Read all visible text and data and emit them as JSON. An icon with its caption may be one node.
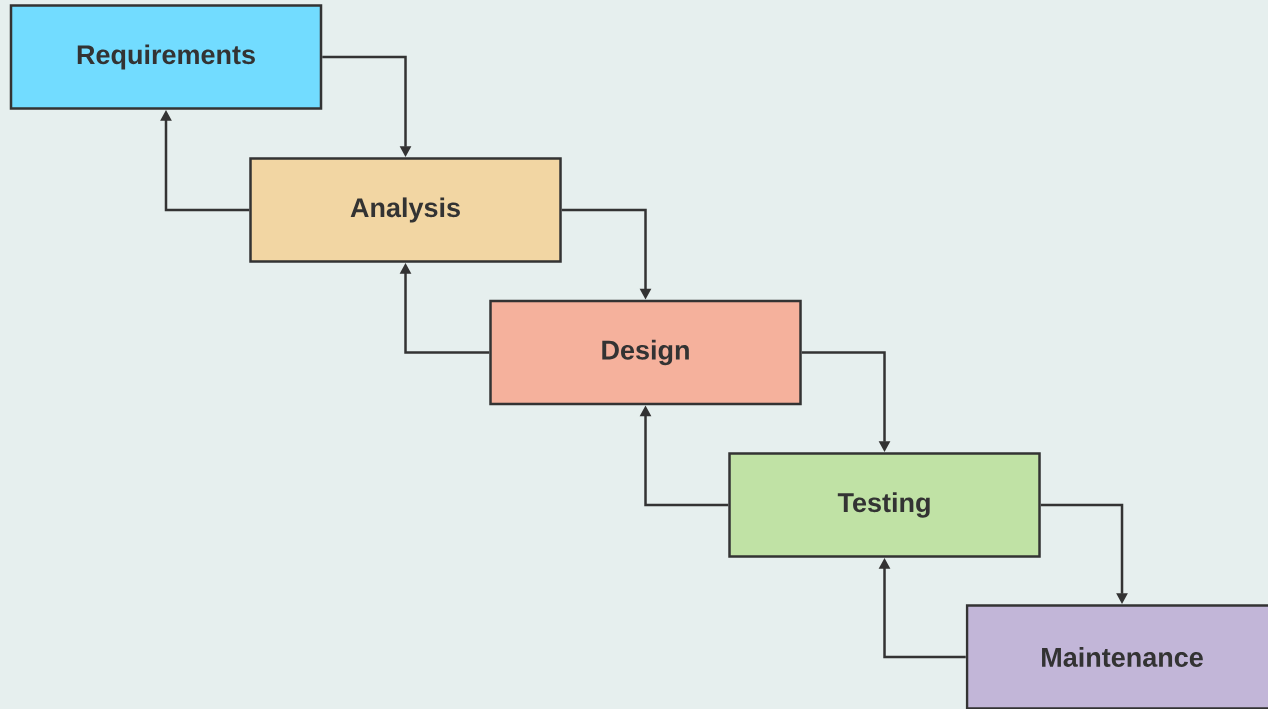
{
  "diagram": {
    "nodes": [
      {
        "text": [
          "Requirements"
        ]
      },
      {
        "text": [
          "Analysis"
        ]
      },
      {
        "text": [
          "Design"
        ]
      },
      {
        "text": [
          "Testing"
        ]
      },
      {
        "text": [
          "Maintenance"
        ]
      }
    ],
    "edges": [
      {
        "from": 0,
        "to": 1,
        "arrow": "to"
      },
      {
        "from": 1,
        "to": 0,
        "arrow": "to"
      },
      {
        "from": 1,
        "to": 2,
        "arrow": "to"
      },
      {
        "from": 2,
        "to": 1,
        "arrow": "to"
      },
      {
        "from": 2,
        "to": 3,
        "arrow": "to"
      },
      {
        "from": 3,
        "to": 2,
        "arrow": "to"
      },
      {
        "from": 3,
        "to": 4,
        "arrow": "to"
      },
      {
        "from": 4,
        "to": 3,
        "arrow": "to"
      }
    ]
  }
}
